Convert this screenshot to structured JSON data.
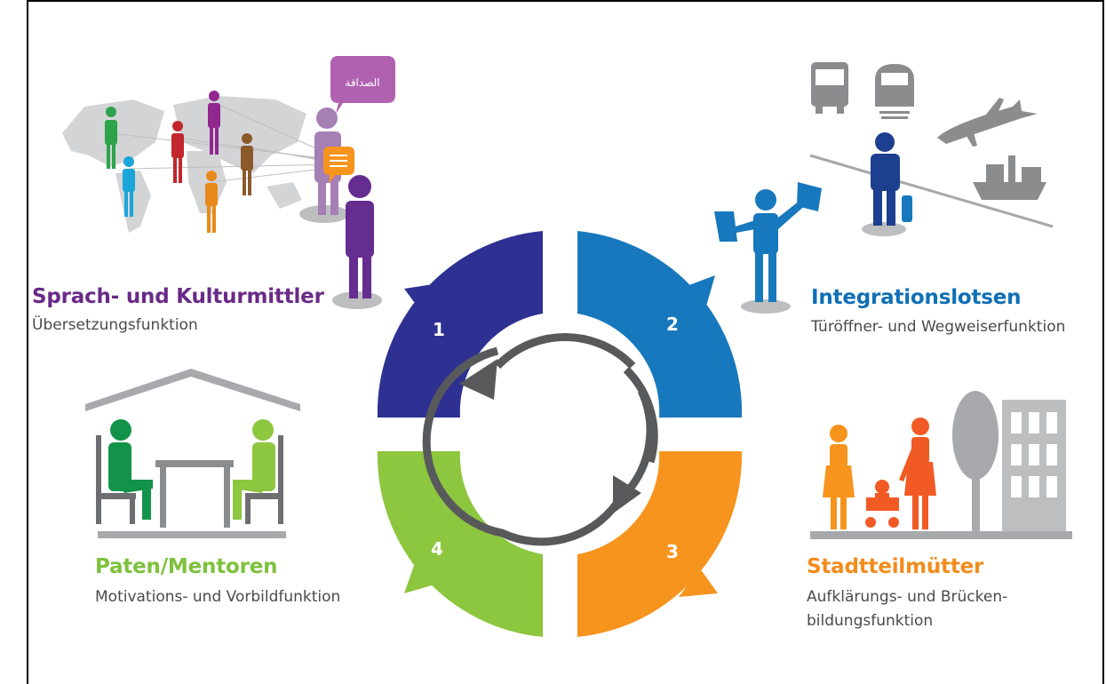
{
  "roles": [
    {
      "number": "1",
      "title": "Sprach- und Kulturmittler",
      "subtitle": "Übersetzungsfunktion",
      "color": "#6a2a86",
      "segment_color": "#2e3192"
    },
    {
      "number": "2",
      "title": "Integrationslotsen",
      "subtitle": "Türöffner- und Wegweiserfunktion",
      "color": "#0f6fb5",
      "segment_color": "#1778bd"
    },
    {
      "number": "3",
      "title": "Stadtteilmütter",
      "subtitle_line1": "Aufklärungs- und Brücken-",
      "subtitle_line2": "bildungsfunktion",
      "color": "#f28c1c",
      "segment_color": "#f7941d"
    },
    {
      "number": "4",
      "title": "Paten/Mentoren",
      "subtitle": "Motivations- und Vorbildfunktion",
      "color": "#7dc13c",
      "segment_color": "#8dc63f"
    }
  ],
  "speech_bubble_text": "الصداقة",
  "icons": [
    "world-map-icon",
    "people-icon",
    "speech-bubble-icon",
    "bus-icon",
    "train-icon",
    "airplane-icon",
    "ship-icon",
    "traveler-icon",
    "flag-signaller-icon",
    "house-roof-icon",
    "table-icon",
    "chair-icon",
    "mother-icon",
    "stroller-icon",
    "tree-icon",
    "building-icon",
    "cycle-arrows-icon"
  ]
}
